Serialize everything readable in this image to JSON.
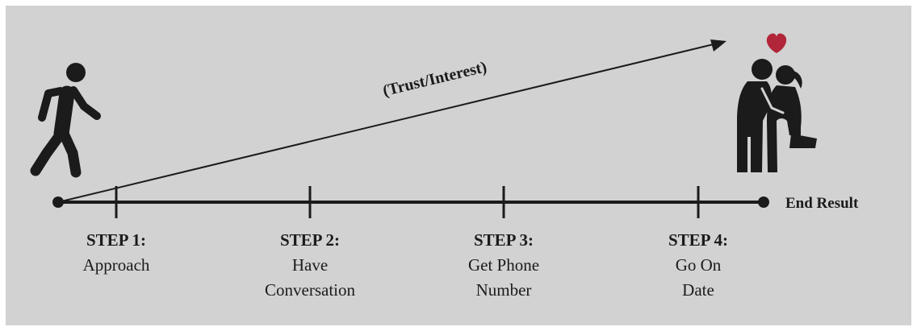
{
  "diagram": {
    "colors": {
      "background": "#d2d2d2",
      "ink": "#1b1b1b",
      "heart": "#b2263a"
    },
    "arrow_label": "(Trust/Interest)",
    "end_label": "End Result",
    "steps": [
      {
        "title": "STEP 1:",
        "lines": [
          "Approach"
        ]
      },
      {
        "title": "STEP 2:",
        "lines": [
          "Have",
          "Conversation"
        ]
      },
      {
        "title": "STEP 3:",
        "lines": [
          "Get Phone",
          "Number"
        ]
      },
      {
        "title": "STEP 4:",
        "lines": [
          "Go On",
          "Date"
        ]
      }
    ],
    "icons": {
      "start": "walking-person-icon",
      "end": "kissing-couple-icon",
      "heart": "heart-icon"
    }
  }
}
